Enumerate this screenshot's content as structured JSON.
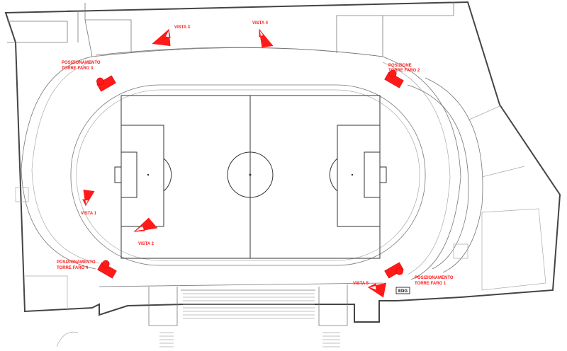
{
  "towers": [
    {
      "id": "3",
      "label_line1": "POSIZIONAMENTO",
      "label_line2": "TORRE FARO 3"
    },
    {
      "id": "2",
      "label_line1": "POSIZIONE",
      "label_line2": "TORRE FARO 2"
    },
    {
      "id": "4",
      "label_line1": "POSIZIONAMENTO",
      "label_line2": "TORRE FARO 4"
    },
    {
      "id": "1",
      "label_line1": "POSIZIONAMENTO",
      "label_line2": "TORRE FARO 1"
    }
  ],
  "views": [
    "VISTA 1",
    "VISTA 2",
    "VISTA 3",
    "VISTA 4",
    "VISTA 5"
  ],
  "edg_label": "EDG",
  "colors": {
    "annotation": "#ff1a1a",
    "lines": "#777777"
  }
}
